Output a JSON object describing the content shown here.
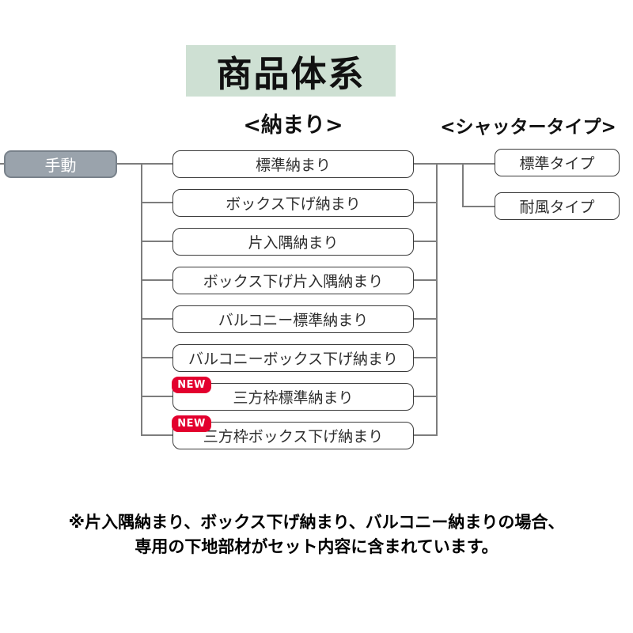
{
  "title": "商品体系",
  "section_headers": {
    "left": "<納まり>",
    "right": "<シャッタータイプ>"
  },
  "root_node": {
    "label": "手動"
  },
  "new_badge_label": "NEW",
  "nosamari_nodes": [
    {
      "label": "標準納まり",
      "new": false
    },
    {
      "label": "ボックス下げ納まり",
      "new": false
    },
    {
      "label": "片入隅納まり",
      "new": false
    },
    {
      "label": "ボックス下げ片入隅納まり",
      "new": false
    },
    {
      "label": "バルコニー標準納まり",
      "new": false
    },
    {
      "label": "バルコニーボックス下げ納まり",
      "new": false
    },
    {
      "label": "三方枠標準納まり",
      "new": true
    },
    {
      "label": "三方枠ボックス下げ納まり",
      "new": true
    }
  ],
  "shutter_types": [
    {
      "label": "標準タイプ"
    },
    {
      "label": "耐風タイプ"
    }
  ],
  "note": {
    "line1": "※片入隅納まり、ボックス下げ納まり、バルコニー納まりの場合、",
    "line2": "専用の下地部材がセット内容に含まれています。"
  },
  "colors": {
    "title_bg": "#cee0d3",
    "root_node_bg": "#9aa3ac",
    "root_node_border": "#79828b",
    "new_badge_bg": "#e3002e",
    "box_border": "#3a3a3a",
    "connector_line": "#7d7d7d"
  }
}
